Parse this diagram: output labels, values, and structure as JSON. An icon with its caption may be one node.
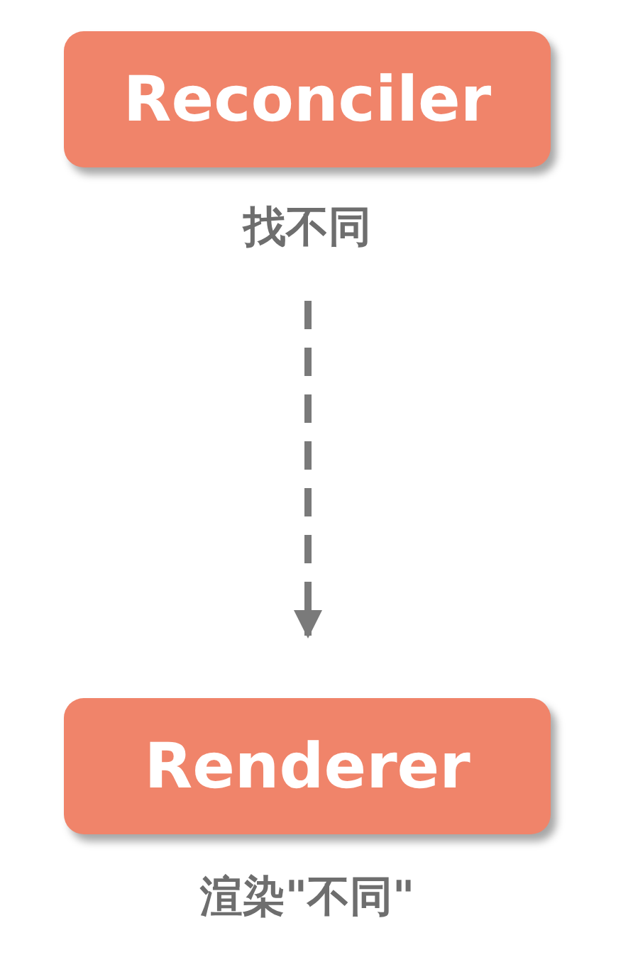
{
  "diagram": {
    "nodes": [
      {
        "text": [
          "Reconciler"
        ],
        "beside": [
          "找不同"
        ]
      },
      {
        "text": [
          "Renderer"
        ],
        "beside": [
          "渲染\"不同\""
        ]
      }
    ],
    "edges": [
      {
        "from": 0,
        "to": 1,
        "arrow": "to",
        "style": "dashed"
      }
    ]
  }
}
